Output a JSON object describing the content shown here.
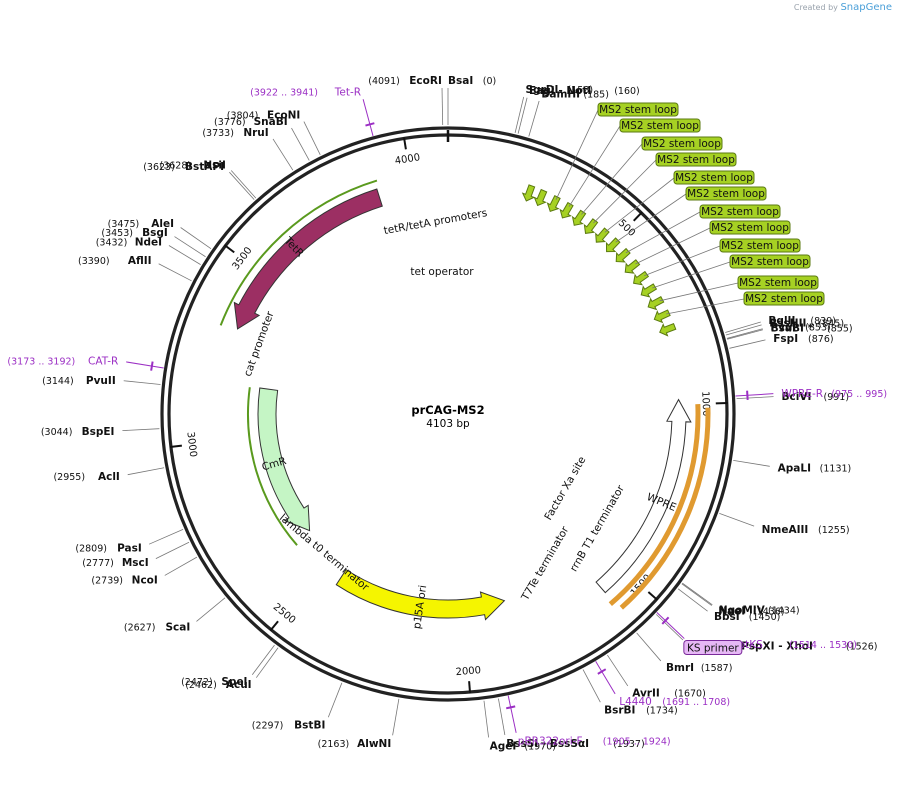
{
  "credit": {
    "prefix": "Created by",
    "brand": "SnapGene"
  },
  "plasmid": {
    "name": "prCAG-MS2",
    "length_label": "4103 bp",
    "length": 4103
  },
  "ticks": [
    {
      "bp": 500,
      "label": "500"
    },
    {
      "bp": 1000,
      "label": "1000"
    },
    {
      "bp": 1500,
      "label": "1500"
    },
    {
      "bp": 2000,
      "label": "2000"
    },
    {
      "bp": 2500,
      "label": "2500"
    },
    {
      "bp": 3000,
      "label": "3000"
    },
    {
      "bp": 3500,
      "label": "3500"
    },
    {
      "bp": 4000,
      "label": "4000"
    }
  ],
  "enzymes": [
    {
      "name": "EcoRI",
      "pos": "(4091)",
      "bp": 4091
    },
    {
      "name": "BsaI",
      "pos": "(0)",
      "bp": 0
    },
    {
      "name": "SgrDI",
      "pos": "(153)",
      "bp": 153
    },
    {
      "name": "EagI - NotI",
      "pos": "(160)",
      "bp": 160
    },
    {
      "name": "BamHI",
      "pos": "(185)",
      "bp": 185
    },
    {
      "name": "BglII",
      "pos": "(839)",
      "bp": 839
    },
    {
      "name": "BssHII",
      "pos": "(845)",
      "bp": 845
    },
    {
      "name": "PvuI",
      "pos": "(853)",
      "bp": 853
    },
    {
      "name": "BsaBI *",
      "pos": "(855)",
      "bp": 855
    },
    {
      "name": "FspI",
      "pos": "(876)",
      "bp": 876
    },
    {
      "name": "BciVI",
      "pos": "(991)",
      "bp": 991
    },
    {
      "name": "ApaLI",
      "pos": "(1131)",
      "bp": 1131
    },
    {
      "name": "NmeAIII",
      "pos": "(1255)",
      "bp": 1255
    },
    {
      "name": "NgoMIV",
      "pos": "(1434)",
      "bp": 1434
    },
    {
      "name": "NaeI",
      "pos": "(1436)",
      "bp": 1436
    },
    {
      "name": "BbsI",
      "pos": "(1450)",
      "bp": 1450
    },
    {
      "name": "PaeR7I - PspXI - XhoI",
      "pos": "(1526)",
      "bp": 1526
    },
    {
      "name": "BmrI",
      "pos": "(1587)",
      "bp": 1587
    },
    {
      "name": "AvrII",
      "pos": "(1670)",
      "bp": 1670
    },
    {
      "name": "BsrBI",
      "pos": "(1734)",
      "bp": 1734
    },
    {
      "name": "BssSI - BssSαI",
      "pos": "(1937)",
      "bp": 1937
    },
    {
      "name": "AgeI",
      "pos": "(1970)",
      "bp": 1970
    },
    {
      "name": "AlwNI",
      "pos": "(2163)",
      "bp": 2163
    },
    {
      "name": "BstBI",
      "pos": "(2297)",
      "bp": 2297
    },
    {
      "name": "AcuI",
      "pos": "(2462)",
      "bp": 2462
    },
    {
      "name": "SpeI",
      "pos": "(2472)",
      "bp": 2472
    },
    {
      "name": "ScaI",
      "pos": "(2627)",
      "bp": 2627
    },
    {
      "name": "NcoI",
      "pos": "(2739)",
      "bp": 2739
    },
    {
      "name": "MscI",
      "pos": "(2777)",
      "bp": 2777
    },
    {
      "name": "PasI",
      "pos": "(2809)",
      "bp": 2809
    },
    {
      "name": "AclI",
      "pos": "(2955)",
      "bp": 2955
    },
    {
      "name": "BspEI",
      "pos": "(3044)",
      "bp": 3044
    },
    {
      "name": "PvuII",
      "pos": "(3144)",
      "bp": 3144
    },
    {
      "name": "AflII",
      "pos": "(3390)",
      "bp": 3390
    },
    {
      "name": "NdeI",
      "pos": "(3432)",
      "bp": 3432
    },
    {
      "name": "BsgI",
      "pos": "(3453)",
      "bp": 3453
    },
    {
      "name": "AleI",
      "pos": "(3475)",
      "bp": 3475
    },
    {
      "name": "BstAPI",
      "pos": "(3623)",
      "bp": 3623
    },
    {
      "name": "NsiI",
      "pos": "(3628)",
      "bp": 3628
    },
    {
      "name": "NruI",
      "pos": "(3733)",
      "bp": 3733
    },
    {
      "name": "SnaBI",
      "pos": "(3776)",
      "bp": 3776
    },
    {
      "name": "EcoNI",
      "pos": "(3804)",
      "bp": 3804
    }
  ],
  "primers": [
    {
      "name": "Tet-R",
      "range": "(3922 .. 3941)",
      "bp": 3931
    },
    {
      "name": "WPRE-R",
      "range": "(975 .. 995)",
      "bp": 985
    },
    {
      "name": "pBluescriptKS",
      "range": "(1514 .. 1530)",
      "bp": 1522
    },
    {
      "name": "L4440",
      "range": "(1691 .. 1708)",
      "bp": 1700
    },
    {
      "name": "pBR322ori-F",
      "range": "(1905 .. 1924)",
      "bp": 1914
    },
    {
      "name": "CAT-R",
      "range": "(3173 .. 3192)",
      "bp": 3182
    }
  ],
  "ks_primer": {
    "name": "KS primer",
    "bp": 1534
  },
  "ms2": {
    "label": "MS2 stem loop",
    "count": 15,
    "bp": [
      230,
      265,
      305,
      345,
      385,
      425,
      465,
      505,
      545,
      585,
      625,
      665,
      705,
      745,
      785
    ]
  },
  "features": [
    {
      "name": "TetR",
      "start": 3903,
      "end": 3328,
      "color": "#9c2f63",
      "dir": "ccw",
      "label_color": "#ffffff"
    },
    {
      "name": "CmR",
      "start": 3167,
      "end": 2620,
      "color": "#c5f5c5",
      "dir": "ccw",
      "label_color": "#111111"
    },
    {
      "name": "p15A ori",
      "start": 2430,
      "end": 1860,
      "color": "#f5f500",
      "dir": "ccw",
      "label_color": "#111111"
    },
    {
      "name": "WPRE",
      "start": 1580,
      "end": 985,
      "color": "#ffffff",
      "dir": "ccw",
      "label_color": "#111111"
    }
  ],
  "feature_labels": [
    {
      "name": "tetR/tetA promoters"
    },
    {
      "name": "tet operator"
    },
    {
      "name": "cat promoter"
    },
    {
      "name": "lambda t0 terminator"
    },
    {
      "name": "Factor Xa site"
    },
    {
      "name": "rrnB T1 terminator"
    },
    {
      "name": "T7Te terminator"
    }
  ],
  "colors": {
    "backbone": "#222222",
    "enzyme_line": "#777777",
    "primer": "#9b2fc4",
    "ms2_fill": "#a6d123",
    "ms2_stroke": "#5b7a10"
  }
}
